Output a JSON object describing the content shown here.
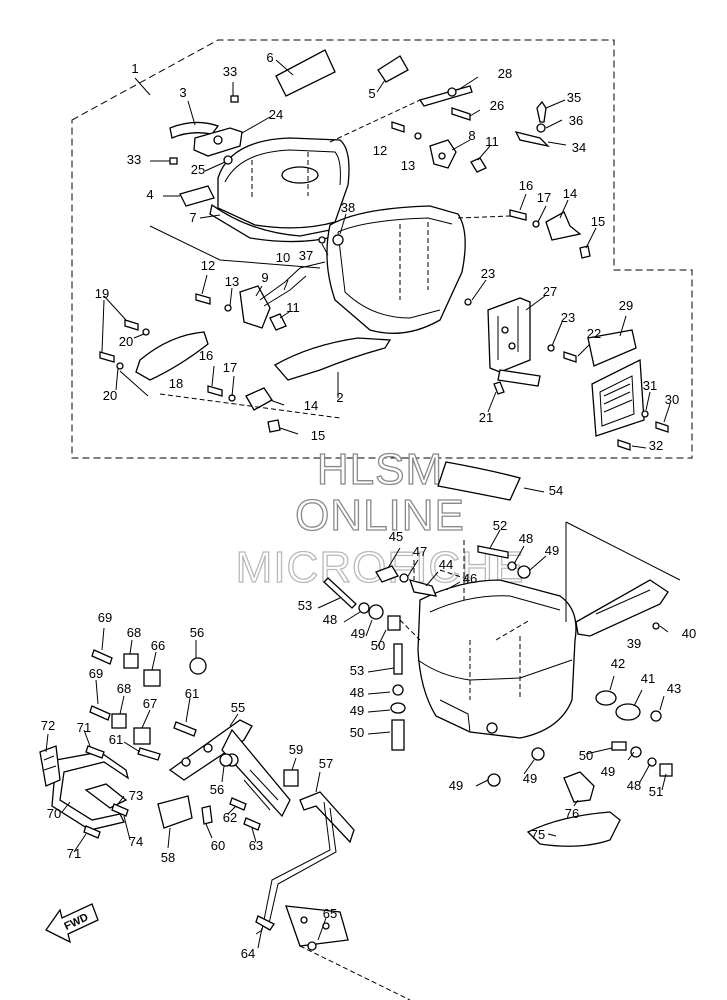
{
  "watermark": {
    "line1": "HLSM",
    "line2": "ONLINE",
    "line3": "MICROFICHE"
  },
  "fwd_label": "FWD",
  "callouts": [
    "1",
    "2",
    "3",
    "4",
    "5",
    "6",
    "7",
    "8",
    "9",
    "10",
    "11",
    "12",
    "13",
    "14",
    "15",
    "16",
    "17",
    "18",
    "19",
    "20",
    "21",
    "22",
    "23",
    "24",
    "25",
    "26",
    "27",
    "28",
    "29",
    "30",
    "31",
    "32",
    "33",
    "34",
    "35",
    "36",
    "37",
    "38",
    "39",
    "40",
    "41",
    "42",
    "43",
    "44",
    "45",
    "46",
    "47",
    "48",
    "49",
    "50",
    "51",
    "52",
    "53",
    "54",
    "55",
    "56",
    "57",
    "58",
    "59",
    "60",
    "61",
    "62",
    "63",
    "64",
    "65",
    "66",
    "67",
    "68",
    "69",
    "70",
    "71",
    "72",
    "73",
    "74",
    "75",
    "76"
  ]
}
